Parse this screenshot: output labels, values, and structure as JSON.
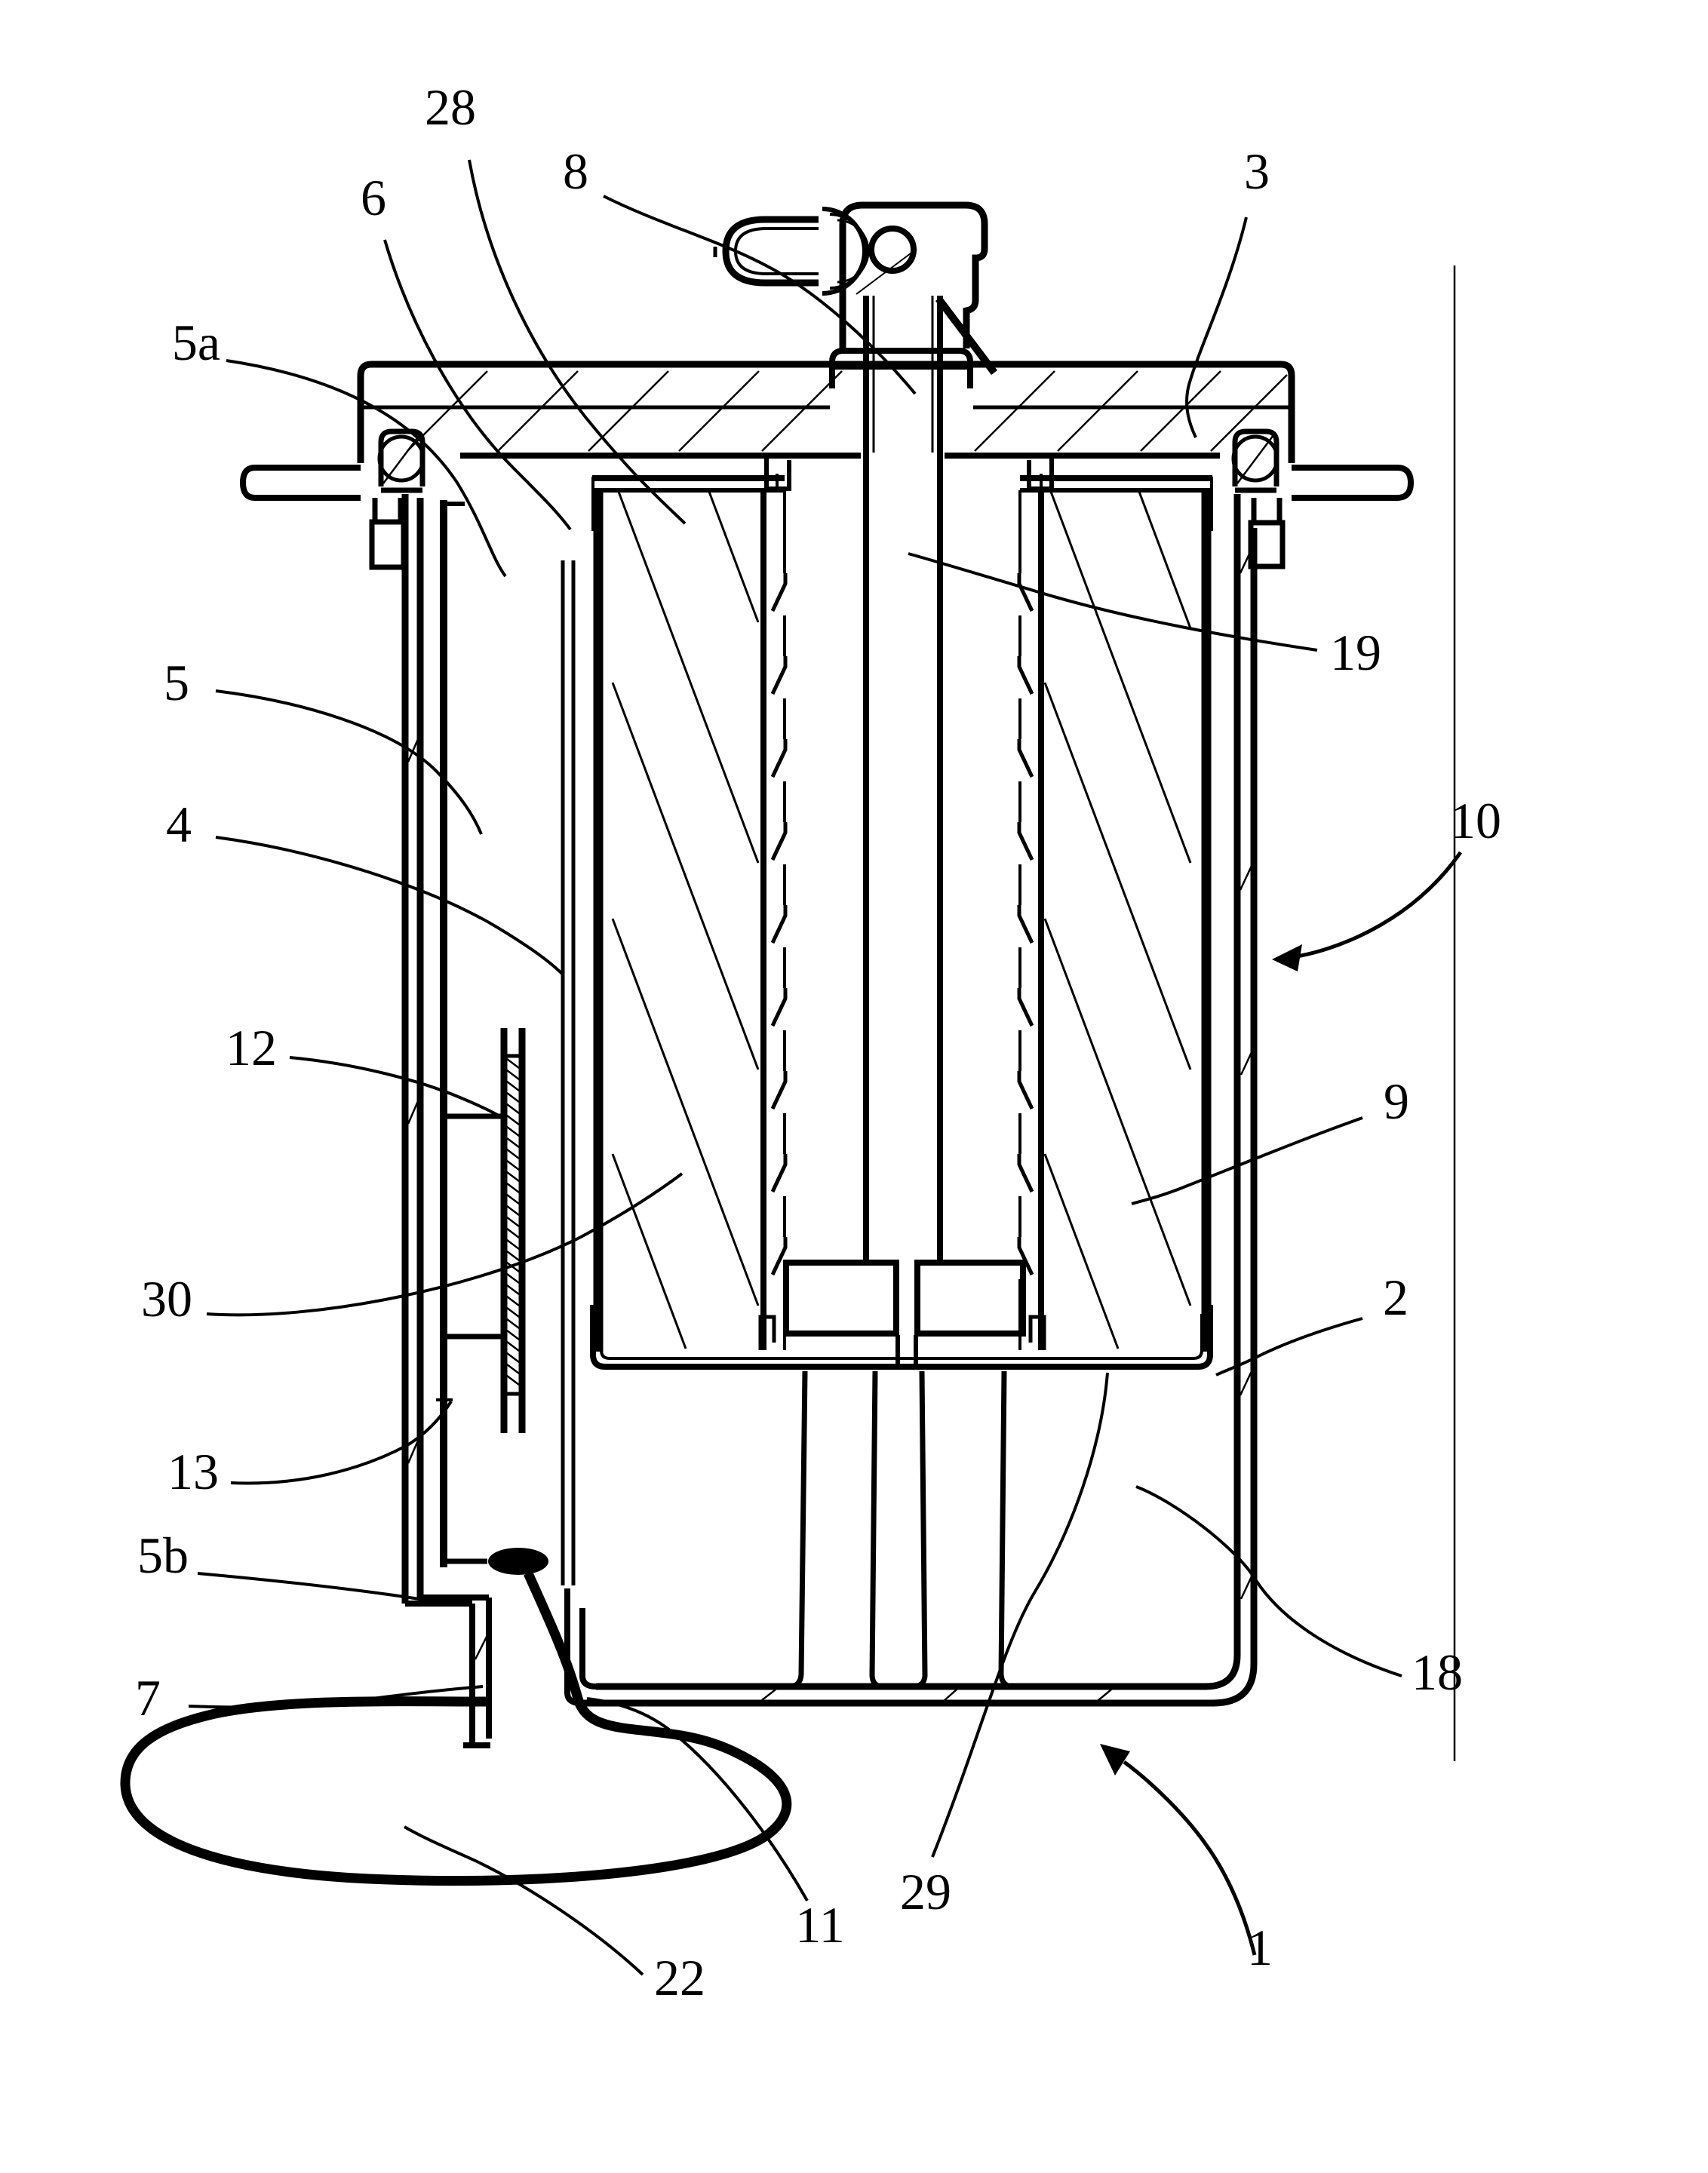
{
  "figure": {
    "type": "patent-cross-section-diagram",
    "background_color": "#ffffff",
    "line_color": "#000000",
    "labels": [
      {
        "id": "28",
        "text": "28"
      },
      {
        "id": "6",
        "text": "6"
      },
      {
        "id": "8",
        "text": "8"
      },
      {
        "id": "3",
        "text": "3"
      },
      {
        "id": "5a",
        "text": "5a"
      },
      {
        "id": "5",
        "text": "5"
      },
      {
        "id": "4",
        "text": "4"
      },
      {
        "id": "12",
        "text": "12"
      },
      {
        "id": "30",
        "text": "30"
      },
      {
        "id": "13",
        "text": "13"
      },
      {
        "id": "5b",
        "text": "5b"
      },
      {
        "id": "7",
        "text": "7"
      },
      {
        "id": "22",
        "text": "22"
      },
      {
        "id": "11",
        "text": "11"
      },
      {
        "id": "29",
        "text": "29"
      },
      {
        "id": "1",
        "text": "1"
      },
      {
        "id": "18",
        "text": "18"
      },
      {
        "id": "2",
        "text": "2"
      },
      {
        "id": "9",
        "text": "9"
      },
      {
        "id": "19",
        "text": "19"
      },
      {
        "id": "10",
        "text": "10"
      }
    ]
  }
}
